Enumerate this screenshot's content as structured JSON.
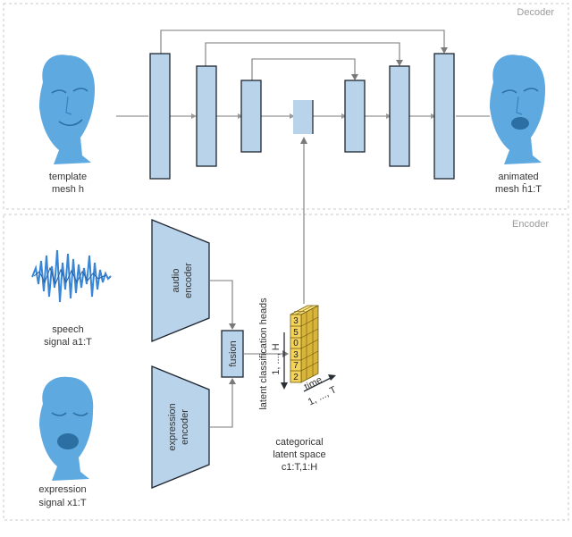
{
  "sections": {
    "decoder": "Decoder",
    "encoder": "Encoder"
  },
  "labels": {
    "template_mesh_1": "template",
    "template_mesh_2": "mesh h",
    "animated_mesh_1": "animated",
    "animated_mesh_2": "mesh ĥ1:T",
    "speech_1": "speech",
    "speech_2": "signal a1:T",
    "expression_1": "expression",
    "expression_2": "signal x1:T",
    "audio_encoder_1": "audio",
    "audio_encoder_2": "encoder",
    "expression_encoder_1": "expression",
    "expression_encoder_2": "encoder",
    "fusion": "fusion",
    "classification_heads": "latent classification heads",
    "heads_range": "1, ..., H",
    "time_label": "time",
    "time_range": "1, ..., T",
    "latent_1": "categorical",
    "latent_2": "latent space",
    "latent_3": "c1:T,1:H"
  },
  "cube_digits": [
    "3",
    "5",
    "0",
    "3",
    "7",
    "2"
  ],
  "colors": {
    "block_fill": "#b8d3ea",
    "mesh": "#5ea9e0",
    "cube": "#f4d35a",
    "frame": "#c8c8c8"
  }
}
